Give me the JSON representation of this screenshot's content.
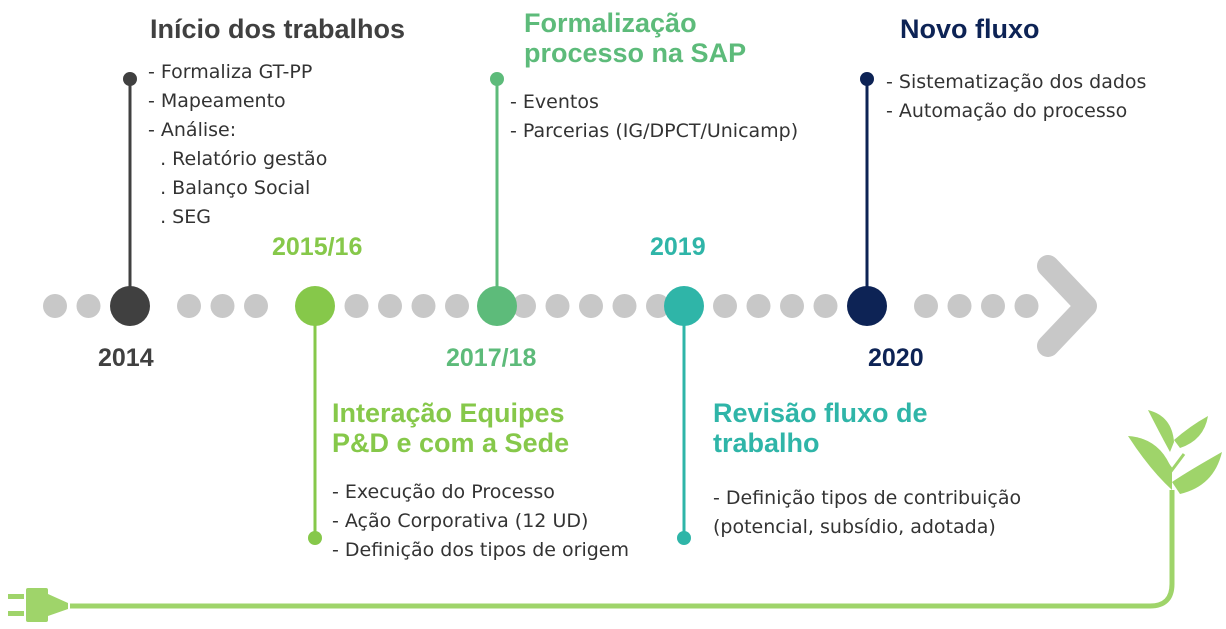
{
  "colors": {
    "dark": "#404040",
    "lime": "#86c84a",
    "green": "#5dbb7a",
    "teal": "#2fb5a8",
    "navy": "#0d2355",
    "gray_dot": "#c8c8c8",
    "plant": "#9fd46a"
  },
  "milestones": [
    {
      "year": "2014",
      "title": "Início dos trabalhos",
      "bullets": [
        "-  Formaliza GT-PP",
        "-  Mapeamento",
        "- Análise:",
        "  . Relatório gestão",
        "  . Balanço Social",
        "  . SEG"
      ]
    },
    {
      "year": "2015/16",
      "title_lines": [
        "Interação Equipes",
        "P&D e com a Sede"
      ],
      "bullets": [
        "- Execução do Processo",
        "- Ação Corporativa (12 UD)",
        "- Definição dos tipos de origem"
      ]
    },
    {
      "year": "2017/18",
      "title_lines": [
        "Formalização",
        "processo na SAP"
      ],
      "bullets": [
        "- Eventos",
        "- Parcerias (IG/DPCT/Unicamp)"
      ]
    },
    {
      "year": "2019",
      "title_lines": [
        "Revisão fluxo de",
        "trabalho"
      ],
      "bullets": [
        "- Definição tipos de contribuição",
        "(potencial, subsídio, adotada)"
      ]
    },
    {
      "year": "2020",
      "title": "Novo fluxo",
      "bullets": [
        "-  Sistematização dos dados",
        "-  Automação do processo"
      ]
    }
  ],
  "icons": [
    "arrow-head-icon",
    "plug-icon",
    "plant-leaves-icon"
  ]
}
